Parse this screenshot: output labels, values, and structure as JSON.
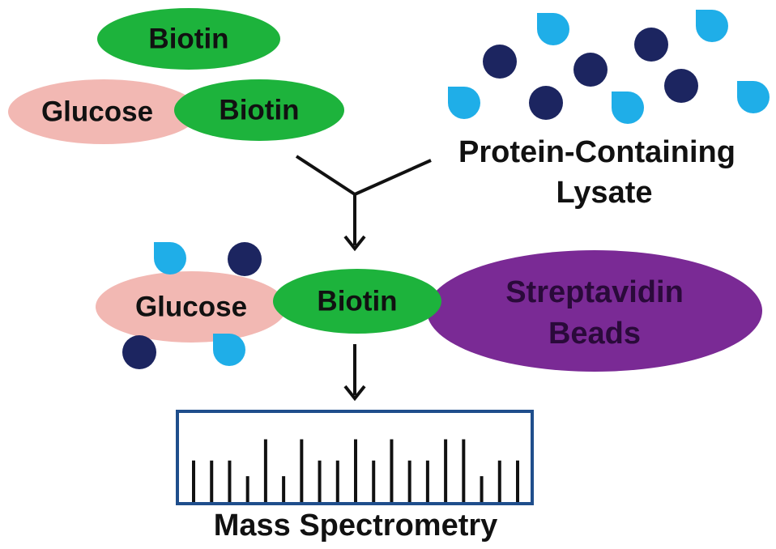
{
  "labels": {
    "biotin_top": "Biotin",
    "glucose_top": "Glucose",
    "biotin_conjugate_top": "Biotin",
    "lysate_line1": "Protein-Containing",
    "lysate_line2": "Lysate",
    "glucose_bottom": "Glucose",
    "biotin_bottom": "Biotin",
    "streptavidin_line1": "Streptavidin",
    "streptavidin_line2": "Beads",
    "mass_spec": "Mass Spectrometry"
  },
  "colors": {
    "biotin": "#1db33c",
    "glucose": "#f2b8b3",
    "streptavidin": "#7a2a95",
    "protein_dark": "#1c2560",
    "protein_light": "#1faee8",
    "spectrum_box": "#1f4e8c",
    "arrow": "#111111"
  },
  "protein_shapes": {
    "dark": "circle",
    "light": "droplet"
  },
  "spectrum_peaks": [
    0.45,
    0.45,
    0.45,
    0.28,
    0.68,
    0.28,
    0.68,
    0.45,
    0.45,
    0.68,
    0.45,
    0.68,
    0.45,
    0.45,
    0.68,
    0.68,
    0.28,
    0.45,
    0.45
  ]
}
